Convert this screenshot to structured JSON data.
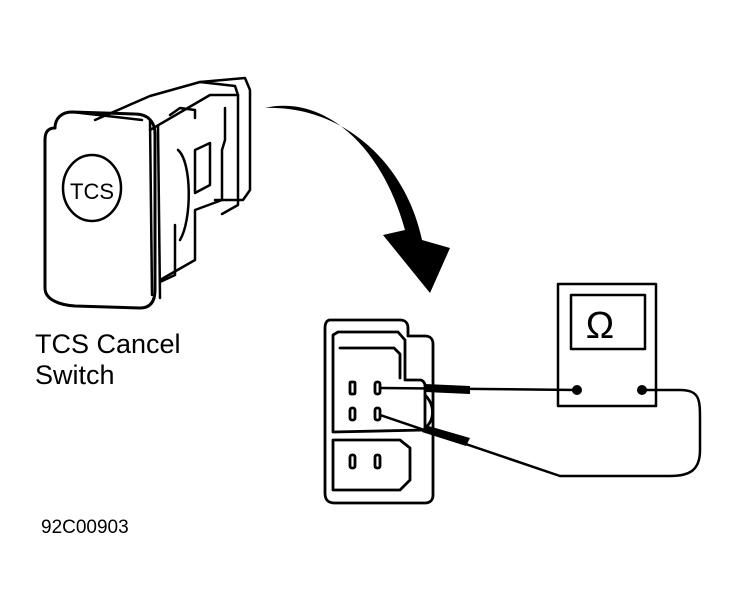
{
  "switch": {
    "badge_text": "TCS",
    "caption_line1": "TCS Cancel",
    "caption_line2": "Switch"
  },
  "meter": {
    "symbol": "Ω",
    "icon": "ohm-icon"
  },
  "figure_id": "92C00903",
  "colors": {
    "ink": "#000000",
    "paper": "#ffffff"
  }
}
